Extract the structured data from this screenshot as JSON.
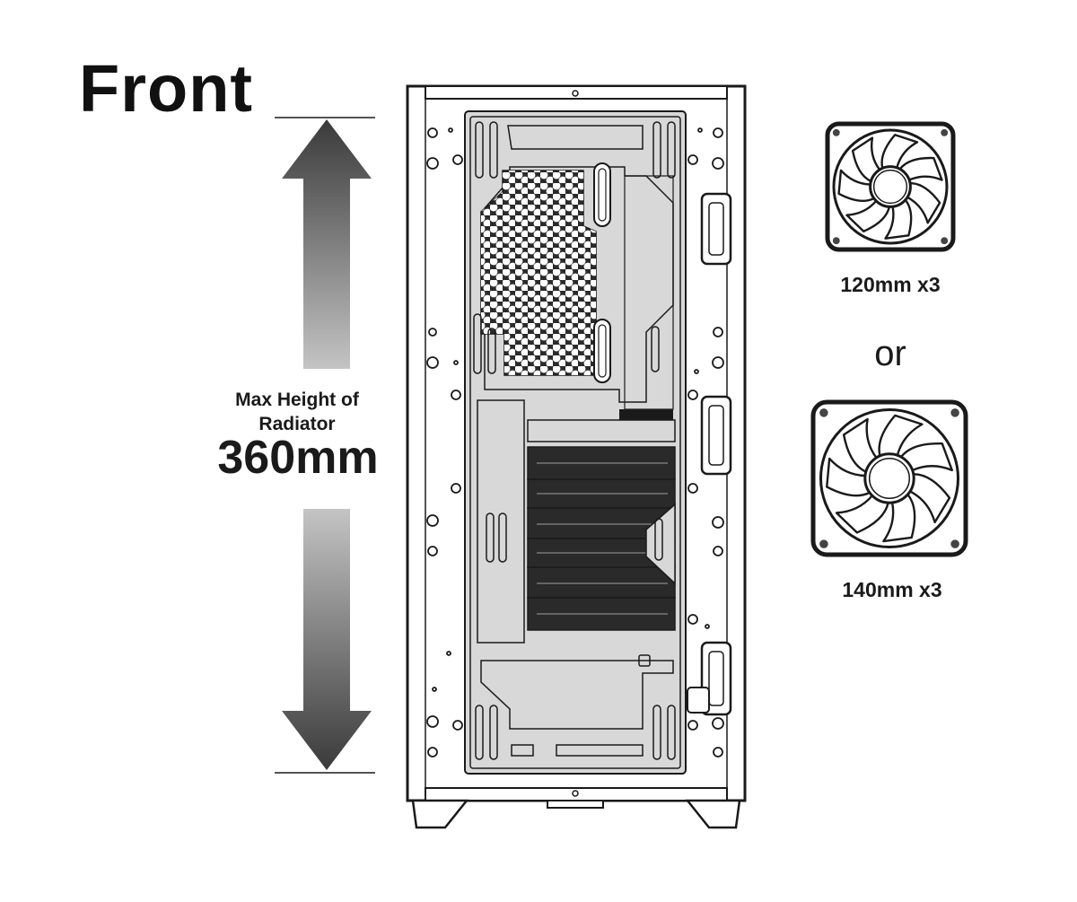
{
  "front_label": "Front",
  "radiator": {
    "caption": "Max Height of Radiator",
    "value": "360mm"
  },
  "fans": [
    {
      "label": "120mm x3"
    },
    {
      "label": "140mm x3"
    }
  ],
  "or_label": "or",
  "colors": {
    "ink": "#1a1a1a",
    "panel_gray": "#d8d8d8",
    "arrow_dark": "#3a3a3a",
    "arrow_light": "#c0c0c0"
  }
}
